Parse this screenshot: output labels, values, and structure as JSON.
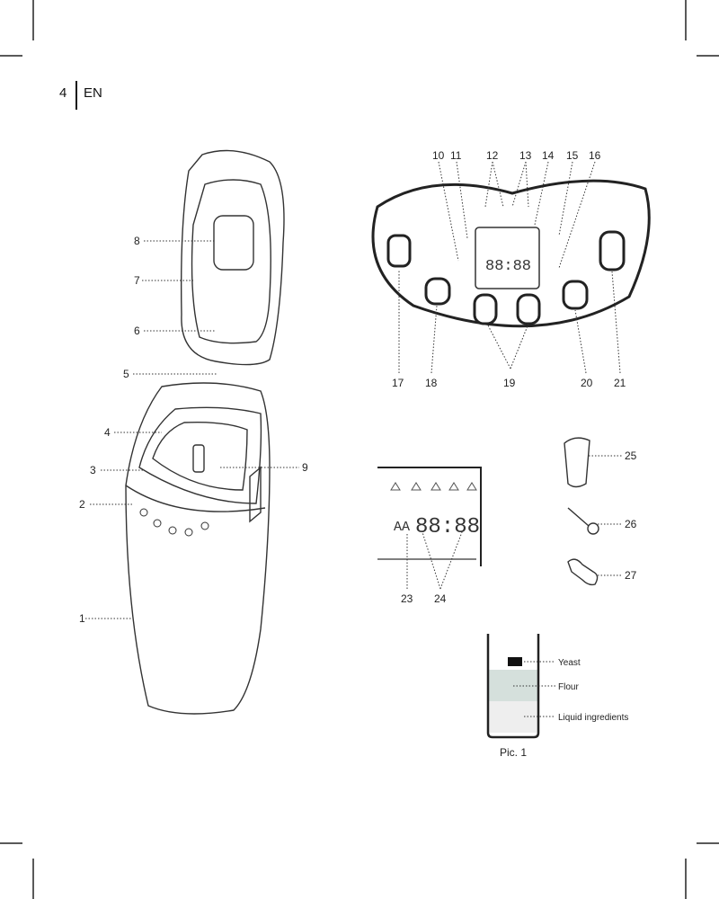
{
  "header": {
    "page_number": "4",
    "language": "EN"
  },
  "callouts": {
    "n1": "1",
    "n2": "2",
    "n3": "3",
    "n4": "4",
    "n5": "5",
    "n6": "6",
    "n7": "7",
    "n8": "8",
    "n9": "9",
    "n10": "10",
    "n11": "11",
    "n12": "12",
    "n13": "13",
    "n14": "14",
    "n15": "15",
    "n16": "16",
    "n17": "17",
    "n18": "18",
    "n19": "19",
    "n20": "20",
    "n21": "21",
    "n23": "23",
    "n24": "24",
    "n25": "25",
    "n26": "26",
    "n27": "27"
  },
  "display": {
    "segments": "88:88",
    "prefix": "AA"
  },
  "pic1": {
    "caption": "Pic. 1",
    "layers": [
      "Yeast",
      "Flour",
      "Liquid ingredients"
    ]
  }
}
